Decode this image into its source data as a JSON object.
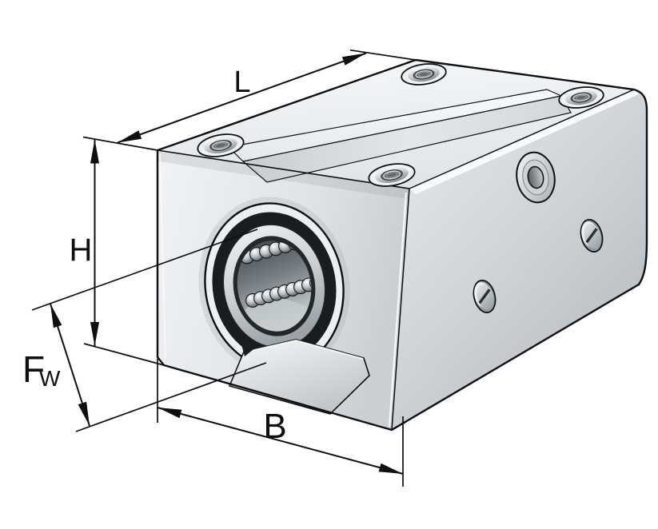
{
  "diagram": {
    "type": "isometric-technical-illustration",
    "subject": "Linear ball bearing and housing unit, open-bottom housing, dimension drawing",
    "background_color": "#ffffff",
    "line_color": "#0d0f10",
    "labels": {
      "length": "L",
      "height": "H",
      "bore_f": "F",
      "bore_sub": "W",
      "width": "B"
    },
    "features": {
      "top_counterbored_holes": 4,
      "side_set_screws": 2,
      "side_lubrication_boss": 1,
      "ball_rows_visible": 2,
      "balls_upper_row": 8,
      "balls_lower_row": 9,
      "bottom_slot_open": true
    },
    "colors": {
      "metal_light": "#f2f4f6",
      "metal_mid": "#c9ced2",
      "metal_dark": "#9aa1a6",
      "bore_interior_dark": "#43494c",
      "bearing_ring_black": "#1a1d1f"
    }
  }
}
